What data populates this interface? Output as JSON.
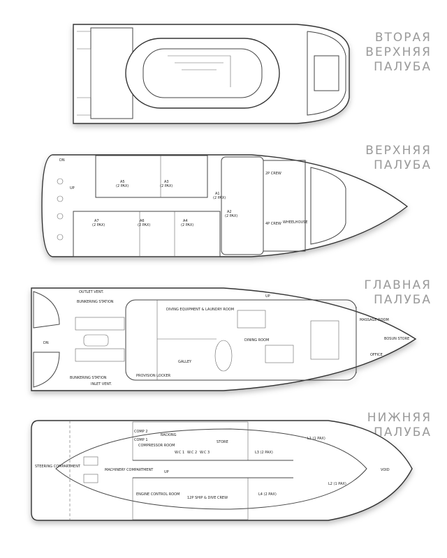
{
  "decks": [
    {
      "title": [
        "ВТОРАЯ",
        "ВЕРХНЯЯ",
        "ПАЛУБА"
      ],
      "labels": []
    },
    {
      "title": [
        "ВЕРХНЯЯ",
        "ПАЛУБА"
      ],
      "labels": {
        "a5": "A5",
        "a5p": "(2 PAX)",
        "a3": "A3",
        "a3p": "(2 PAX)",
        "a1": "A1",
        "a1p": "(2 PAX)",
        "a2": "A2",
        "a2p": "(2 PAX)",
        "a7": "A7",
        "a7p": "(2 PAX)",
        "a6": "A6",
        "a6p": "(2 PAX)",
        "a4": "A4",
        "a4p": "(2 PAX)",
        "crew2": "2P CREW",
        "crew4": "4P CREW",
        "wheelhouse": "WHEELHOUSE",
        "up": "UP",
        "dn": "DN"
      }
    },
    {
      "title": [
        "ГЛАВНАЯ",
        "ПАЛУБА"
      ],
      "labels": {
        "outlet": "OUTLET VENT.",
        "bunkering1": "BUNKERING STATION",
        "diving": "DIVING EQUIPMENT & LAUNDRY ROOM",
        "dining": "DINING ROOM",
        "galley": "GALLEY",
        "provision": "PROVISION LOCKER",
        "massage": "MASSAGE ROOM",
        "bosun": "BOSUN STORE",
        "office": "OFFICE",
        "bunkering2": "BUNKERING STATION",
        "inlet": "INLET VENT.",
        "up": "UP",
        "dn": "DN"
      }
    },
    {
      "title": [
        "НИЖНЯЯ",
        "ПАЛУБА"
      ],
      "labels": {
        "steering": "STEERING COMPARTMENT",
        "machinery": "MACHINERY COMPARTMENT",
        "compressor": "COMPRESSOR ROOM",
        "comp1": "COMP 1",
        "comp2": "COMP 2",
        "racking": "RACKING",
        "wc1": "W.C 1",
        "wc2": "W.C 2",
        "wc3": "W.C 3",
        "store": "STORE",
        "l3": "L3 (2 PAX)",
        "l1": "L1 (1 PAX)",
        "l2": "L2 (1 PAX)",
        "l4": "L4 (2 PAX)",
        "void": "VOID",
        "ecr": "ENGINE CONTROL ROOM",
        "crew12": "12P SHIP & DIVE CREW",
        "up": "UP"
      }
    }
  ]
}
